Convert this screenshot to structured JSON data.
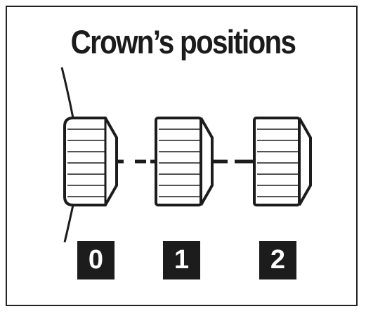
{
  "title": "Crown’s positions",
  "positions": [
    {
      "label": "0"
    },
    {
      "label": "1"
    },
    {
      "label": "2"
    }
  ],
  "colors": {
    "ink": "#1c1c1c",
    "background": "#ffffff"
  }
}
